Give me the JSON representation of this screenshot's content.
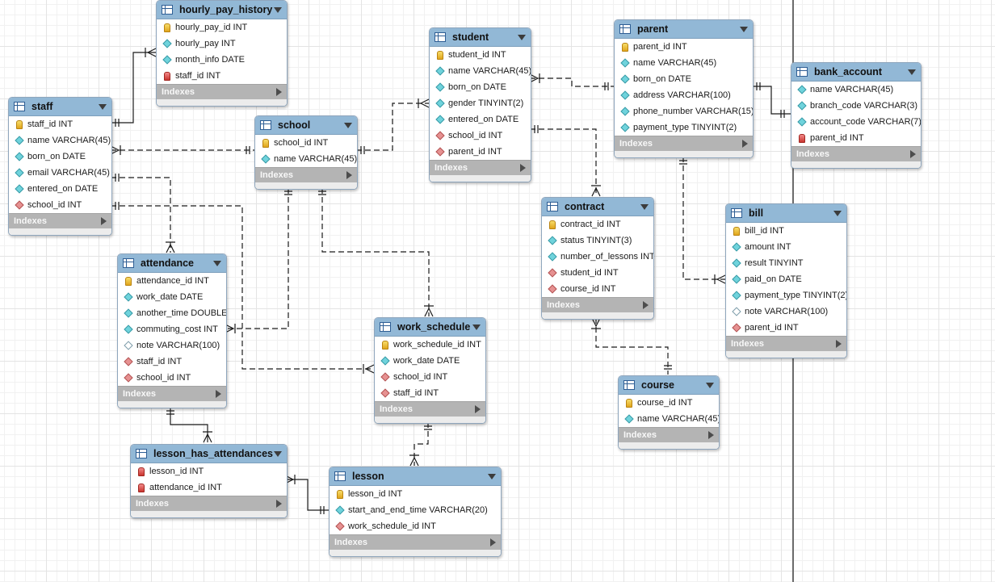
{
  "diagram": {
    "indexes_label": "Indexes",
    "tables": {
      "hourly_pay_history": {
        "name": "hourly_pay_history",
        "columns": [
          {
            "text": "hourly_pay_id INT",
            "icon": "primary-key-icon"
          },
          {
            "text": "hourly_pay INT",
            "icon": "column-icon"
          },
          {
            "text": "month_info DATE",
            "icon": "column-icon"
          },
          {
            "text": "staff_id INT",
            "icon": "foreign-key-icon"
          }
        ]
      },
      "staff": {
        "name": "staff",
        "columns": [
          {
            "text": "staff_id INT",
            "icon": "primary-key-icon"
          },
          {
            "text": "name VARCHAR(45)",
            "icon": "column-icon"
          },
          {
            "text": "born_on DATE",
            "icon": "column-icon"
          },
          {
            "text": "email VARCHAR(45)",
            "icon": "column-icon"
          },
          {
            "text": "entered_on DATE",
            "icon": "column-icon"
          },
          {
            "text": "school_id INT",
            "icon": "foreign-key-column-icon"
          }
        ]
      },
      "school": {
        "name": "school",
        "columns": [
          {
            "text": "school_id INT",
            "icon": "primary-key-icon"
          },
          {
            "text": "name VARCHAR(45)",
            "icon": "column-icon"
          }
        ]
      },
      "student": {
        "name": "student",
        "columns": [
          {
            "text": "student_id INT",
            "icon": "primary-key-icon"
          },
          {
            "text": "name VARCHAR(45)",
            "icon": "column-icon"
          },
          {
            "text": "born_on DATE",
            "icon": "column-icon"
          },
          {
            "text": "gender TINYINT(2)",
            "icon": "column-icon"
          },
          {
            "text": "entered_on DATE",
            "icon": "column-icon"
          },
          {
            "text": "school_id INT",
            "icon": "foreign-key-column-icon"
          },
          {
            "text": "parent_id INT",
            "icon": "foreign-key-column-icon"
          }
        ]
      },
      "parent": {
        "name": "parent",
        "columns": [
          {
            "text": "parent_id INT",
            "icon": "primary-key-icon"
          },
          {
            "text": "name VARCHAR(45)",
            "icon": "column-icon"
          },
          {
            "text": "born_on DATE",
            "icon": "column-icon"
          },
          {
            "text": "address VARCHAR(100)",
            "icon": "column-icon"
          },
          {
            "text": "phone_number VARCHAR(15)",
            "icon": "column-icon"
          },
          {
            "text": "payment_type TINYINT(2)",
            "icon": "column-icon"
          }
        ]
      },
      "bank_account": {
        "name": "bank_account",
        "columns": [
          {
            "text": "name VARCHAR(45)",
            "icon": "column-icon"
          },
          {
            "text": "branch_code VARCHAR(3)",
            "icon": "column-icon"
          },
          {
            "text": "account_code VARCHAR(7)",
            "icon": "column-icon"
          },
          {
            "text": "parent_id INT",
            "icon": "foreign-key-icon"
          }
        ]
      },
      "attendance": {
        "name": "attendance",
        "columns": [
          {
            "text": "attendance_id INT",
            "icon": "primary-key-icon"
          },
          {
            "text": "work_date DATE",
            "icon": "column-icon"
          },
          {
            "text": "another_time DOUBLE",
            "icon": "column-icon"
          },
          {
            "text": "commuting_cost INT",
            "icon": "column-icon"
          },
          {
            "text": "note VARCHAR(100)",
            "icon": "nullable-column-icon"
          },
          {
            "text": "staff_id INT",
            "icon": "foreign-key-column-icon"
          },
          {
            "text": "school_id INT",
            "icon": "foreign-key-column-icon"
          }
        ]
      },
      "contract": {
        "name": "contract",
        "columns": [
          {
            "text": "contract_id INT",
            "icon": "primary-key-icon"
          },
          {
            "text": "status TINYINT(3)",
            "icon": "column-icon"
          },
          {
            "text": "number_of_lessons INT",
            "icon": "column-icon"
          },
          {
            "text": "student_id INT",
            "icon": "foreign-key-column-icon"
          },
          {
            "text": "course_id INT",
            "icon": "foreign-key-column-icon"
          }
        ]
      },
      "bill": {
        "name": "bill",
        "columns": [
          {
            "text": "bill_id INT",
            "icon": "primary-key-icon"
          },
          {
            "text": "amount INT",
            "icon": "column-icon"
          },
          {
            "text": "result TINYINT",
            "icon": "column-icon"
          },
          {
            "text": "paid_on DATE",
            "icon": "column-icon"
          },
          {
            "text": "payment_type TINYINT(2)",
            "icon": "column-icon"
          },
          {
            "text": "note VARCHAR(100)",
            "icon": "nullable-column-icon"
          },
          {
            "text": "parent_id INT",
            "icon": "foreign-key-column-icon"
          }
        ]
      },
      "work_schedule": {
        "name": "work_schedule",
        "columns": [
          {
            "text": "work_schedule_id INT",
            "icon": "primary-key-icon"
          },
          {
            "text": "work_date DATE",
            "icon": "column-icon"
          },
          {
            "text": "school_id INT",
            "icon": "foreign-key-column-icon"
          },
          {
            "text": "staff_id INT",
            "icon": "foreign-key-column-icon"
          }
        ]
      },
      "course": {
        "name": "course",
        "columns": [
          {
            "text": "course_id INT",
            "icon": "primary-key-icon"
          },
          {
            "text": "name VARCHAR(45)",
            "icon": "column-icon"
          }
        ]
      },
      "lesson_has_attendances": {
        "name": "lesson_has_attendances",
        "columns": [
          {
            "text": "lesson_id INT",
            "icon": "foreign-key-icon"
          },
          {
            "text": "attendance_id INT",
            "icon": "foreign-key-icon"
          }
        ]
      },
      "lesson": {
        "name": "lesson",
        "columns": [
          {
            "text": "lesson_id INT",
            "icon": "primary-key-icon"
          },
          {
            "text": "start_and_end_time VARCHAR(20)",
            "icon": "column-icon"
          },
          {
            "text": "work_schedule_id INT",
            "icon": "foreign-key-column-icon"
          }
        ]
      }
    },
    "colors": {
      "header": "#92b8d6",
      "indexes_bar": "#b4b4b4",
      "primary_key": "#e0a51c",
      "foreign_key": "#c9352f",
      "column_diamond": "#6fd3dc",
      "foreign_key_column_diamond": "#e69191"
    }
  }
}
